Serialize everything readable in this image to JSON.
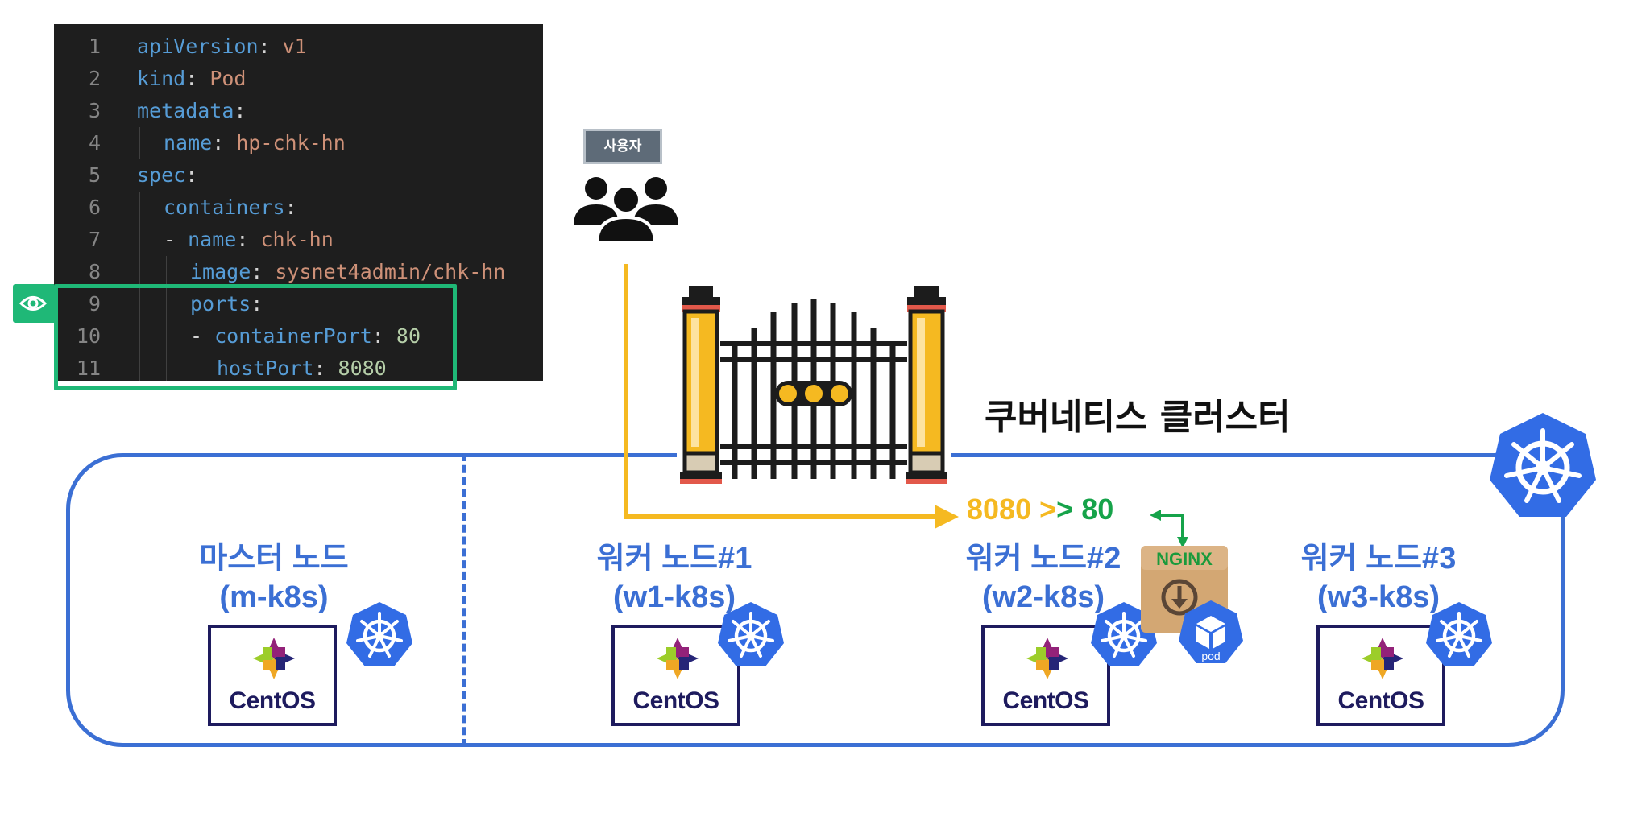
{
  "code": {
    "lines": [
      {
        "n": "1",
        "indent": 0,
        "key": "apiVersion",
        "sep": ": ",
        "val": "v1",
        "val_type": "str"
      },
      {
        "n": "2",
        "indent": 0,
        "key": "kind",
        "sep": ": ",
        "val": "Pod",
        "val_type": "str"
      },
      {
        "n": "3",
        "indent": 0,
        "key": "metadata",
        "sep": ":",
        "val": "",
        "val_type": "str"
      },
      {
        "n": "4",
        "indent": 1,
        "key": "name",
        "sep": ": ",
        "val": "hp-chk-hn",
        "val_type": "str"
      },
      {
        "n": "5",
        "indent": 0,
        "key": "spec",
        "sep": ":",
        "val": "",
        "val_type": "str"
      },
      {
        "n": "6",
        "indent": 1,
        "key": "containers",
        "sep": ":",
        "val": "",
        "val_type": "str"
      },
      {
        "n": "7",
        "indent": 1,
        "dash": "- ",
        "key": "name",
        "sep": ": ",
        "val": "chk-hn",
        "val_type": "str"
      },
      {
        "n": "8",
        "indent": 2,
        "key": "image",
        "sep": ": ",
        "val": "sysnet4admin/chk-hn",
        "val_type": "str"
      },
      {
        "n": "9",
        "indent": 2,
        "key": "ports",
        "sep": ":",
        "val": "",
        "val_type": "str"
      },
      {
        "n": "10",
        "indent": 2,
        "dash": "- ",
        "key": "containerPort",
        "sep": ": ",
        "val": "80",
        "val_type": "num"
      },
      {
        "n": "11",
        "indent": 3,
        "key": "hostPort",
        "sep": ": ",
        "val": "8080",
        "val_type": "num"
      }
    ]
  },
  "user": {
    "label": "사용자"
  },
  "cluster": {
    "title": "쿠버네티스 클러스터"
  },
  "port_mapping": {
    "host": "8080",
    "arrow_a": ">",
    "arrow_b": ">",
    "container": "80"
  },
  "nginx": {
    "label": "NGINX"
  },
  "pod": {
    "label": "pod"
  },
  "nodes": [
    {
      "title": "마스터 노드",
      "host": "(m-k8s)",
      "os": "CentOS"
    },
    {
      "title": "워커 노드#1",
      "host": "(w1-k8s)",
      "os": "CentOS"
    },
    {
      "title": "워커 노드#2",
      "host": "(w2-k8s)",
      "os": "CentOS"
    },
    {
      "title": "워커 노드#3",
      "host": "(w3-k8s)",
      "os": "CentOS"
    }
  ],
  "colors": {
    "cluster_blue": "#3b6fd4",
    "highlight_green": "#1fb877",
    "flow_yellow": "#f5b921",
    "port_green": "#16a34a",
    "centos_navy": "#1e1b5e"
  },
  "icons": [
    "eye-icon",
    "users-icon",
    "gate-icon",
    "kubernetes-icon",
    "centos-logo",
    "nginx-box-icon",
    "pod-icon"
  ]
}
